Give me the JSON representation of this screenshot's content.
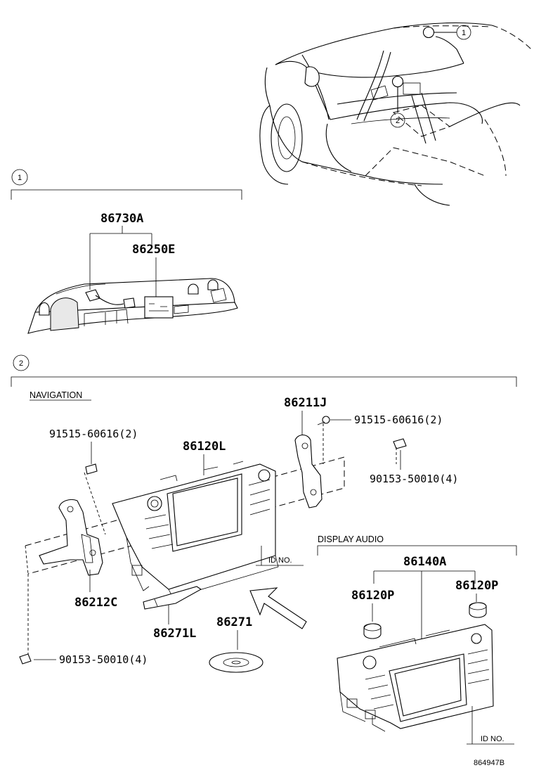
{
  "callouts": {
    "c1": "1",
    "c2": "2"
  },
  "sections": {
    "navigation": "NAVIGATION",
    "display_audio": "DISPLAY AUDIO"
  },
  "parts": {
    "p86730A": "86730A",
    "p86250E": "86250E",
    "p86211J": "86211J",
    "p91515_right": "91515-60616(2)",
    "p91515_left": "91515-60616(2)",
    "p86120L": "86120L",
    "p90153_right": "90153-50010(4)",
    "p90153_left": "90153-50010(4)",
    "p86212C": "86212C",
    "p86271L": "86271L",
    "p86271": "86271",
    "p86140A": "86140A",
    "p86120P_left": "86120P",
    "p86120P_right": "86120P"
  },
  "id_no": {
    "nav": "ID NO.",
    "audio": "ID NO."
  },
  "drawing_number": "864947B"
}
